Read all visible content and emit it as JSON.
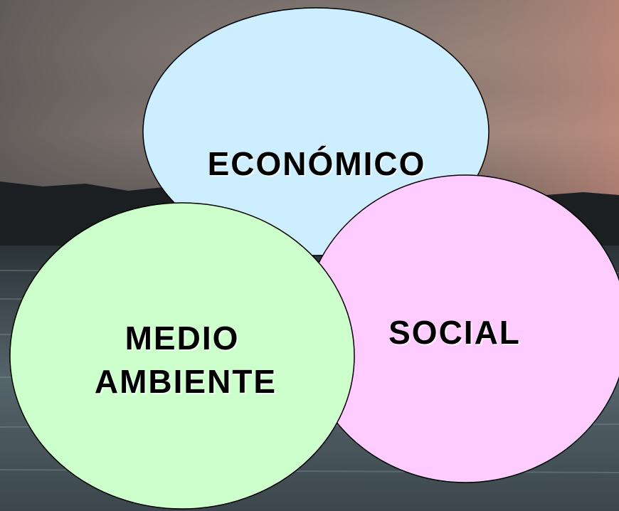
{
  "diagram": {
    "economic": {
      "label": "ECONÓMICO",
      "color": "#cceeff"
    },
    "social": {
      "label": "SOCIAL",
      "color": "#ffccff"
    },
    "environment": {
      "label_line1": "MEDIO",
      "label_line2": "AMBIENTE",
      "color": "#ccffcc"
    }
  }
}
